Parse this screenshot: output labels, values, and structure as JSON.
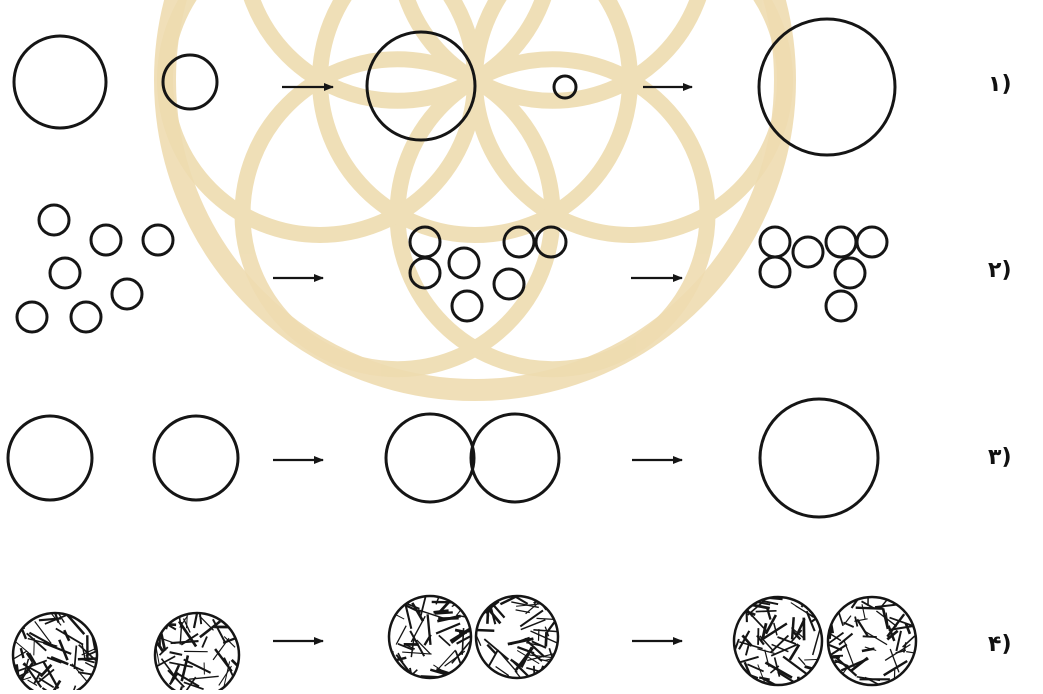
{
  "diagram": {
    "watermark": "seed-of-life-watermark",
    "colors": {
      "stroke": "#151515",
      "watermark": "#eedcb0",
      "background": "#ffffff"
    },
    "rows": [
      {
        "label": "(۱"
      },
      {
        "label": "(۲"
      },
      {
        "label": "(۳"
      },
      {
        "label": "(۴"
      }
    ]
  }
}
